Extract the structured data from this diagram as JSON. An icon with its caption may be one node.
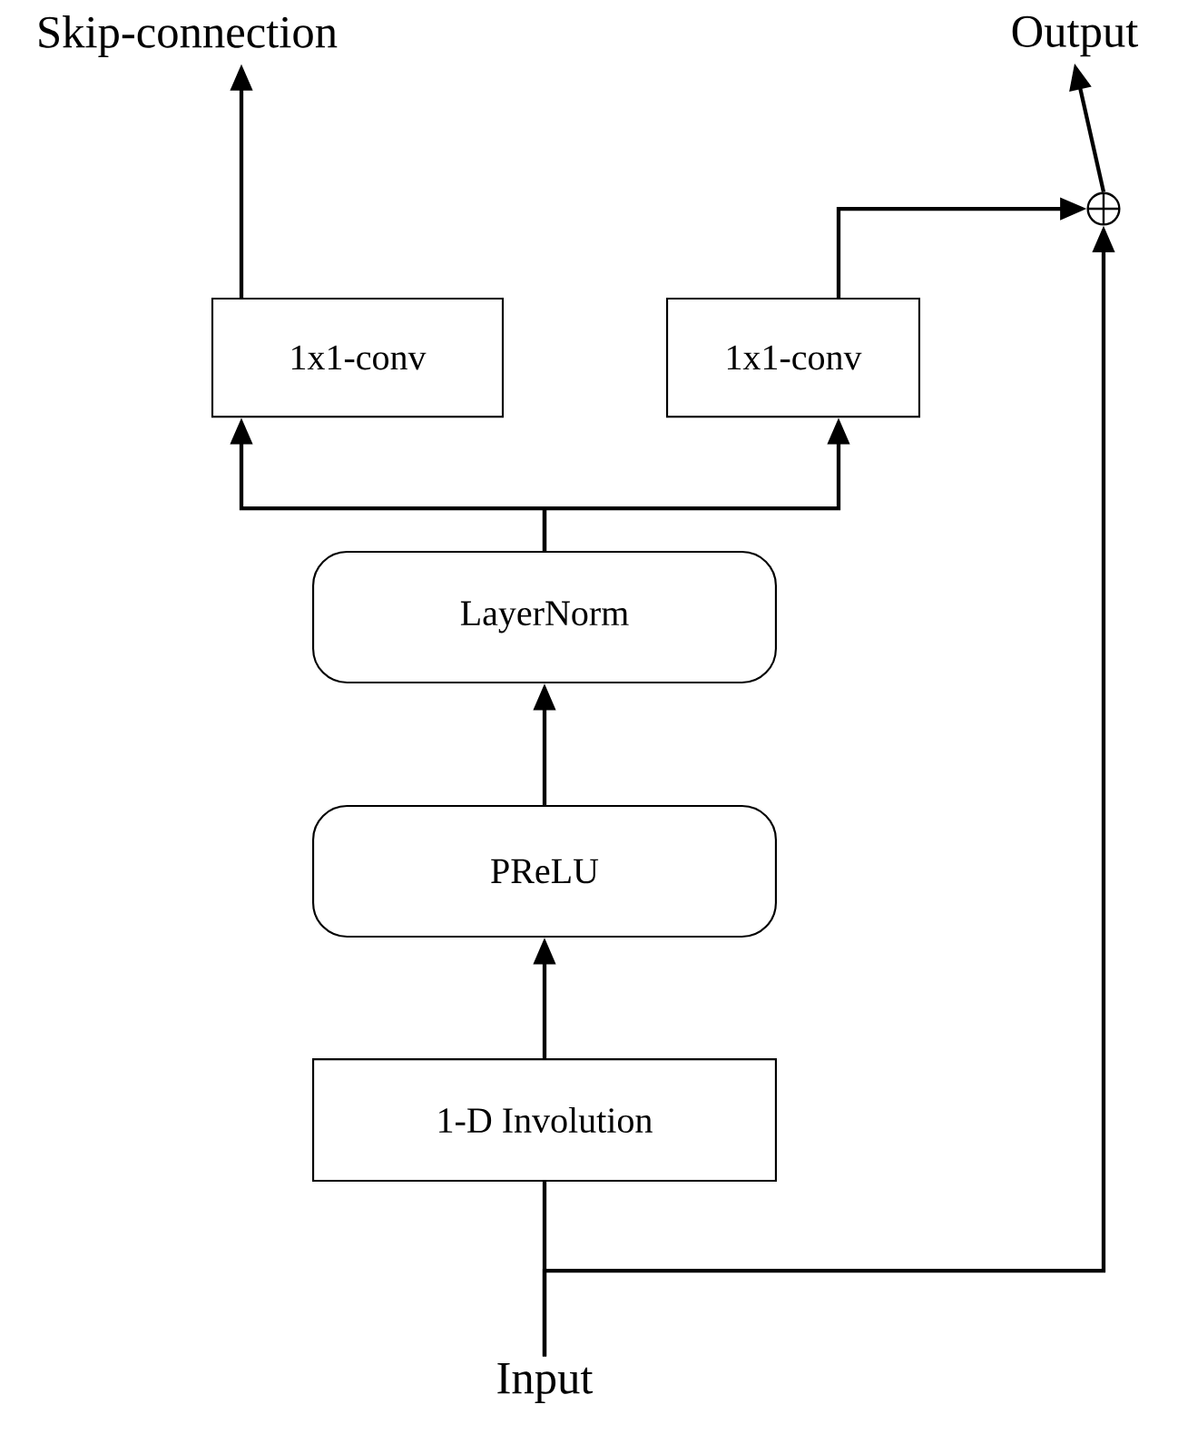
{
  "diagram": {
    "nodes": [
      {
        "text": [
          "Skip-connection"
        ]
      },
      {
        "text": [
          "Output"
        ]
      },
      {
        "text": [],
        "shape": "circle"
      },
      {
        "text": [
          "1x1-conv"
        ]
      },
      {
        "text": [
          "1x1-conv"
        ]
      },
      {
        "text": [
          "LayerNorm"
        ]
      },
      {
        "text": [
          "PReLU"
        ]
      },
      {
        "text": [
          "1-D Involution"
        ]
      },
      {
        "text": [
          "Input"
        ]
      }
    ],
    "edges": [
      {
        "from": 7,
        "to": 6,
        "arrow": "to"
      },
      {
        "from": 6,
        "to": 5,
        "arrow": "to"
      },
      {
        "from": 5,
        "to": 3,
        "arrow": "to"
      },
      {
        "from": 5,
        "to": 4,
        "arrow": "to"
      },
      {
        "from": 3,
        "to": 0,
        "arrow": "to"
      },
      {
        "from": 4,
        "to": 2,
        "arrow": "to"
      },
      {
        "from": 2,
        "to": 1,
        "arrow": "to"
      },
      {
        "from": 8,
        "to": 7,
        "arrow": "none"
      },
      {
        "from": 8,
        "to": 2,
        "arrow": "to"
      }
    ]
  }
}
